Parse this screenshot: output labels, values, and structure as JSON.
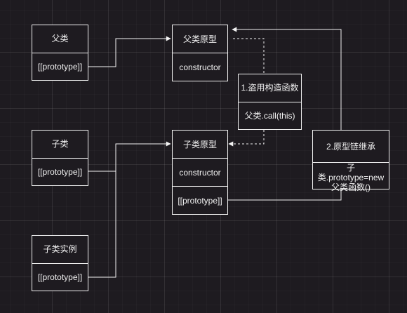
{
  "parent_class": {
    "title": "父类",
    "field": "[[prototype]]"
  },
  "parent_prototype": {
    "title": "父类原型",
    "field": "constructor"
  },
  "child_class": {
    "title": "子类",
    "field": "[[prototype]]"
  },
  "child_prototype": {
    "title": "子类原型",
    "field1": "constructor",
    "field2": "[[prototype]]"
  },
  "child_instance": {
    "title": "子类实例",
    "field": "[[prototype]]"
  },
  "borrow_constructor": {
    "title": "1.盗用构造函数",
    "code": "父类.call(this)"
  },
  "prototype_chain": {
    "title": "2.原型链继承",
    "code": "子类.prototype=new 父类函数()"
  },
  "colors": {
    "background": "#1e1b20",
    "stroke": "#f2f2f2"
  }
}
